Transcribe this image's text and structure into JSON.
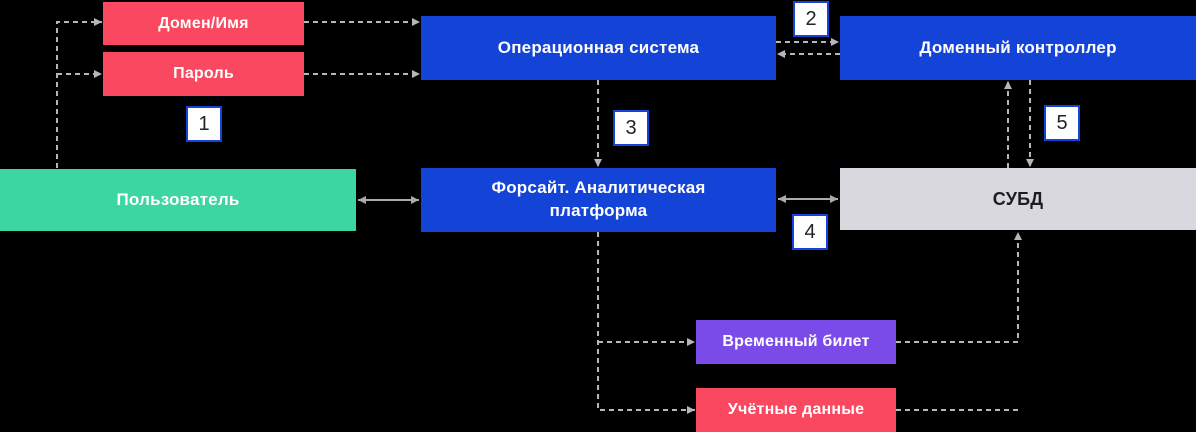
{
  "diagram": {
    "description": "Kerberos-style authentication flow diagram",
    "colors": {
      "background": "#000000",
      "blue_box": "#1443d8",
      "green_box": "#3bd6a1",
      "red_box": "#f9485f",
      "purple_box": "#7a4be8",
      "gray_box": "#d9d8df",
      "dashed_arrow": "#b4b5bd",
      "solid_arrow": "#a9aab2",
      "badge_background": "#ffffff",
      "badge_border": "#1443d8"
    },
    "nodes": {
      "domain_name": {
        "label": "Домен/Имя"
      },
      "password": {
        "label": "Пароль"
      },
      "user": {
        "label": "Пользователь"
      },
      "os": {
        "label": "Операционная система"
      },
      "domain_controller": {
        "label": "Доменный контроллер"
      },
      "platform": {
        "label": "Форсайт. Аналитическая платформа"
      },
      "dbms": {
        "label": "СУБД"
      },
      "temp_ticket": {
        "label": "Временный билет"
      },
      "credentials": {
        "label": "Учётные данные"
      }
    },
    "badges": {
      "step1": "1",
      "step2": "2",
      "step3": "3",
      "step4": "4",
      "step5": "5"
    }
  }
}
